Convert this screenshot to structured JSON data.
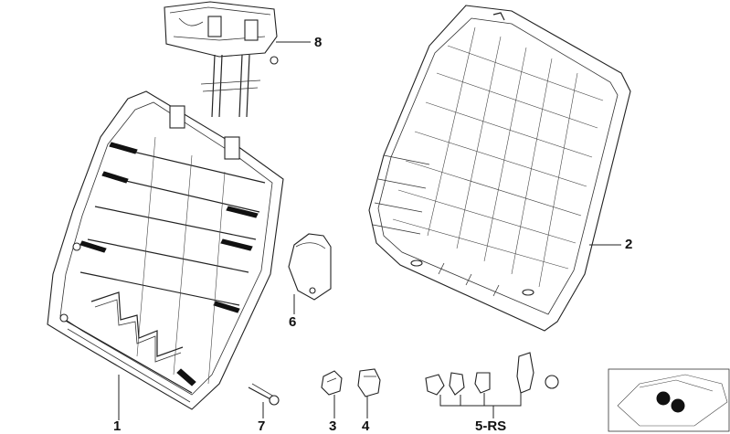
{
  "callouts": {
    "c1": "1",
    "c2": "2",
    "c3": "3",
    "c4": "4",
    "c5": "5-RS",
    "c6": "6",
    "c7": "7",
    "c8": "8"
  }
}
